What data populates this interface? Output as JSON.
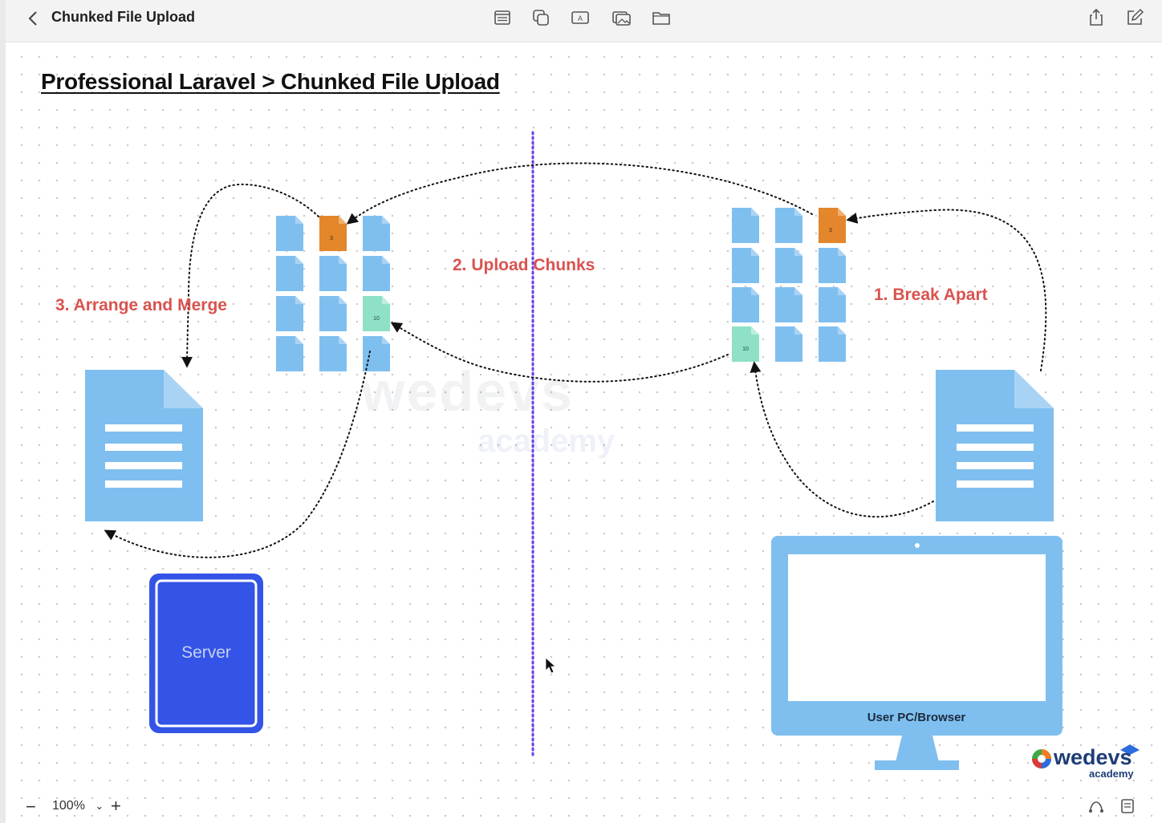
{
  "window": {
    "title": "Chunked File Upload",
    "toolbar_icons": [
      "back-icon",
      "notes-icon",
      "copy-icon",
      "text-box-icon",
      "image-gallery-icon",
      "folder-icon",
      "share-icon",
      "compose-icon"
    ]
  },
  "diagram": {
    "title": "Professional Laravel > Chunked File Upload",
    "steps": {
      "break_apart": "1. Break Apart",
      "upload_chunks": "2. Upload Chunks",
      "arrange_merge": "3. Arrange and Merge"
    },
    "nodes": {
      "server": "Server",
      "client": "User PC/Browser"
    },
    "chunk_labels": {
      "orange_chunk": "3",
      "green_chunk": "10"
    },
    "watermark": {
      "line1": "wedevs",
      "line2": "academy"
    }
  },
  "brand": {
    "name": "wedevs",
    "sub": "academy"
  },
  "footer": {
    "zoom_minus": "−",
    "zoom_level": "100%",
    "zoom_caret": "⌄",
    "zoom_plus": "+"
  },
  "colors": {
    "file_blue": "#7fbff0",
    "file_fold": "#a9d3f5",
    "chunk_orange": "#e3862c",
    "chunk_green": "#8ee0c6",
    "server_blue": "#3354e6",
    "divider_purple": "#6a3ee8",
    "step_red": "#d9534f"
  }
}
